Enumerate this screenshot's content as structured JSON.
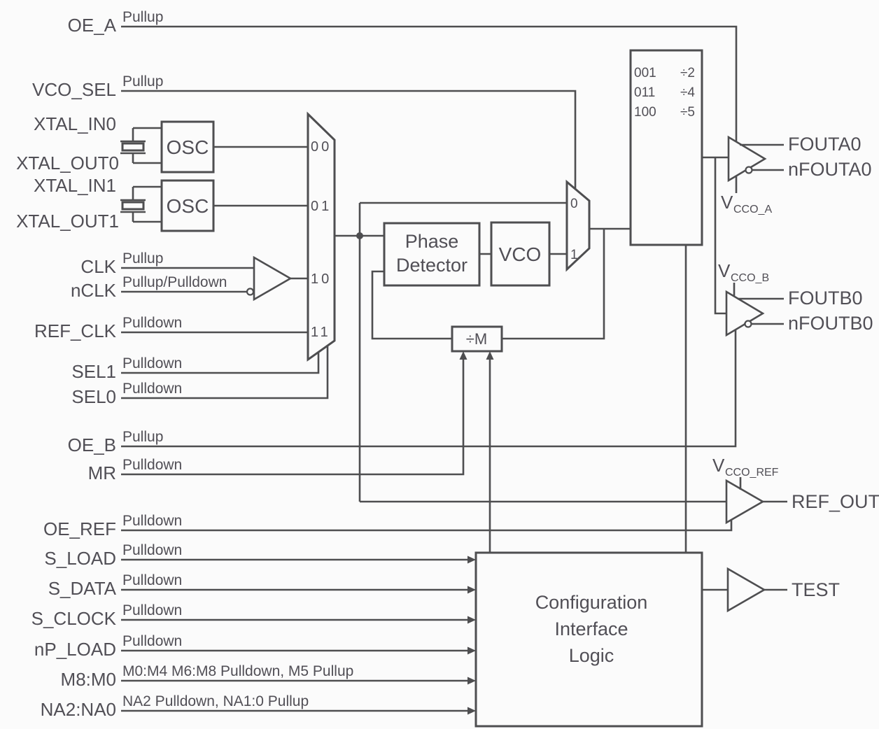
{
  "colors": {
    "background": "#fbfbfb",
    "line": "#4e4e50",
    "text": "#514f56"
  },
  "pins": {
    "oe_a": {
      "name": "OE_A",
      "pull": "Pullup"
    },
    "vco_sel": {
      "name": "VCO_SEL",
      "pull": "Pullup"
    },
    "xtal_in0": {
      "name": "XTAL_IN0"
    },
    "xtal_out0": {
      "name": "XTAL_OUT0"
    },
    "xtal_in1": {
      "name": "XTAL_IN1"
    },
    "xtal_out1": {
      "name": "XTAL_OUT1"
    },
    "clk": {
      "name": "CLK",
      "pull": "Pullup"
    },
    "nclk": {
      "name": "nCLK",
      "pull": "Pullup/Pulldown"
    },
    "ref_clk": {
      "name": "REF_CLK",
      "pull": "Pulldown"
    },
    "sel1": {
      "name": "SEL1",
      "pull": "Pulldown"
    },
    "sel0": {
      "name": "SEL0",
      "pull": "Pulldown"
    },
    "oe_b": {
      "name": "OE_B",
      "pull": "Pullup"
    },
    "mr": {
      "name": "MR",
      "pull": "Pulldown"
    },
    "oe_ref": {
      "name": "OE_REF",
      "pull": "Pulldown"
    },
    "s_load": {
      "name": "S_LOAD",
      "pull": "Pulldown"
    },
    "s_data": {
      "name": "S_DATA",
      "pull": "Pulldown"
    },
    "s_clock": {
      "name": "S_CLOCK",
      "pull": "Pulldown"
    },
    "np_load": {
      "name": "nP_LOAD",
      "pull": "Pulldown"
    },
    "m8_m0": {
      "name": "M8:M0",
      "pull": "M0:M4 M6:M8 Pulldown, M5 Pullup"
    },
    "na2_na0": {
      "name": "NA2:NA0",
      "pull": "NA2 Pulldown, NA1:0 Pullup"
    }
  },
  "blocks": {
    "osc0": "OSC",
    "osc1": "OSC",
    "phase_detector": {
      "line1": "Phase",
      "line2": "Detector"
    },
    "vco": "VCO",
    "m_divider": "÷M",
    "config": {
      "line1": "Configuration",
      "line2": "Interface",
      "line3": "Logic"
    }
  },
  "input_mux": {
    "in00": "00",
    "in01": "01",
    "in10": "10",
    "in11": "11"
  },
  "vco_mux": {
    "in0": "0",
    "in1": "1"
  },
  "output_divider": {
    "rows": [
      {
        "code": "001",
        "ratio": "÷2"
      },
      {
        "code": "011",
        "ratio": "÷4"
      },
      {
        "code": "100",
        "ratio": "÷5"
      }
    ]
  },
  "outputs": {
    "fouta0": "FOUTA0",
    "nfouta0": "nFOUTA0",
    "foutb0": "FOUTB0",
    "nfoutb0": "nFOUTB0",
    "ref_out": "REF_OUT",
    "test": "TEST"
  },
  "supplies": {
    "vcco_a": {
      "main": "V",
      "sub": "CCO_A"
    },
    "vcco_b": {
      "main": "V",
      "sub": "CCO_B"
    },
    "vcco_ref": {
      "main": "V",
      "sub": "CCO_REF"
    }
  }
}
